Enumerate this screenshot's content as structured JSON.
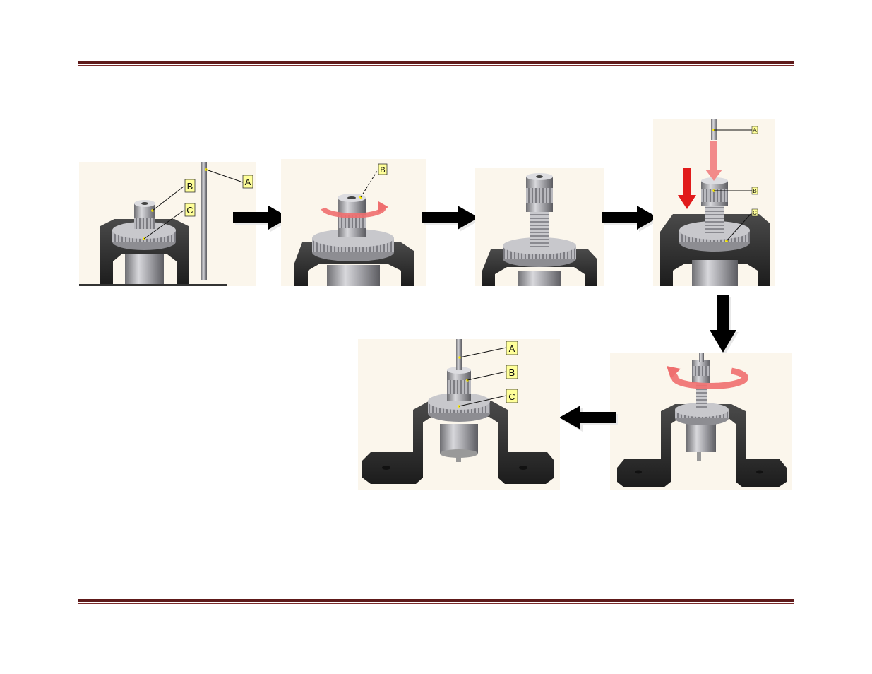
{
  "labels": {
    "step1": {
      "a": "A",
      "b": "B",
      "c": "C"
    },
    "step2": {
      "b": "B"
    },
    "step4": {
      "a": "A",
      "b": "B",
      "c": "C"
    },
    "step6": {
      "a": "A",
      "b": "B",
      "c": "C"
    }
  },
  "colors": {
    "rule": "#5e1a1a",
    "arrow": "#000000",
    "rotation_ring": "#ef6f6f",
    "insert_arrow_red": "#e11b1b",
    "insert_arrow_pink": "#f28a8a",
    "label_fill": "#ffff99",
    "panel_bg": "#fbf6ec",
    "bracket": "#2b2b2b"
  },
  "icons": [
    "arrow-right-icon",
    "arrow-down-icon",
    "arrow-left-icon",
    "rotate-icon",
    "insert-down-icon"
  ]
}
